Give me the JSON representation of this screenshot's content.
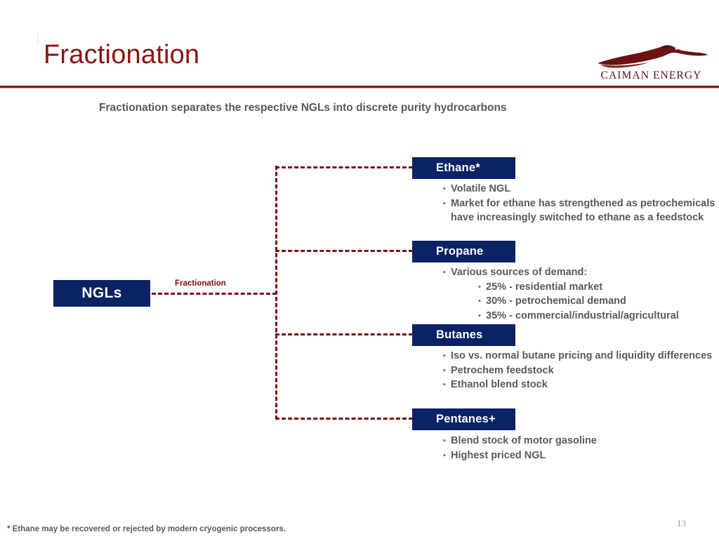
{
  "slide": {
    "title": "Fractionation",
    "subtitle": "Fractionation separates the respective NGLs into discrete purity hydrocarbons",
    "page_number": "13",
    "footnote": "* Ethane may be recovered or rejected by modern cryogenic processors.",
    "accent_red": "#8C1414",
    "navy": "#0B2265",
    "body_gray": "#5a5a5a"
  },
  "logo": {
    "name": "caiman-energy-logo",
    "wordmark": "CAIMAN ENERGY",
    "color": "#5e1212"
  },
  "diagram": {
    "root": {
      "label": "NGLs"
    },
    "connector_label": "Fractionation",
    "branches": [
      {
        "id": "ethane",
        "label": "Ethane*",
        "bullets": [
          {
            "level": 1,
            "text": "Volatile NGL"
          },
          {
            "level": 1,
            "text": "Market for ethane has strengthened as petrochemicals have increasingly switched to ethane as a feedstock"
          }
        ]
      },
      {
        "id": "propane",
        "label": "Propane",
        "bullets": [
          {
            "level": 1,
            "text": "Various sources of demand:"
          },
          {
            "level": 2,
            "text": "25% - residential market"
          },
          {
            "level": 2,
            "text": "30% - petrochemical demand"
          },
          {
            "level": 2,
            "text": "35% - commercial/industrial/agricultural"
          }
        ]
      },
      {
        "id": "butanes",
        "label": "Butanes",
        "bullets": [
          {
            "level": 1,
            "text": "Iso vs. normal butane pricing and liquidity differences"
          },
          {
            "level": 1,
            "text": "Petrochem feedstock"
          },
          {
            "level": 1,
            "text": "Ethanol blend stock"
          }
        ]
      },
      {
        "id": "pentanes",
        "label": "Pentanes+",
        "bullets": [
          {
            "level": 1,
            "text": "Blend stock of motor gasoline"
          },
          {
            "level": 1,
            "text": "Highest priced NGL"
          }
        ]
      }
    ]
  },
  "bullet_glyph": "▪"
}
